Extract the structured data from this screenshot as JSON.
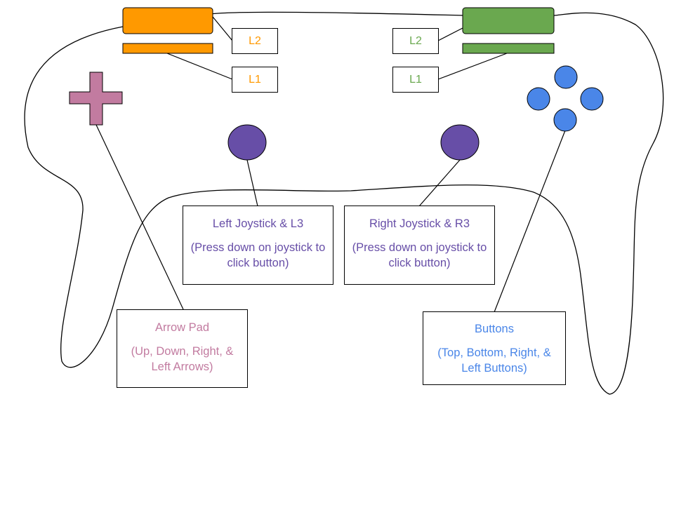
{
  "colors": {
    "left_shoulder": "#ff9900",
    "right_shoulder": "#6aa84f",
    "dpad": "#c27ba0",
    "joystick": "#674ea7",
    "face_buttons": "#4a86e8",
    "outline": "#000000"
  },
  "shoulders": {
    "left_l2": "L2",
    "left_l1": "L1",
    "right_l2": "L2",
    "right_l1": "L1"
  },
  "callouts": {
    "left_joystick": {
      "title": "Left Joystick & L3",
      "desc": "(Press down on joystick to click button)"
    },
    "right_joystick": {
      "title": "Right Joystick & R3",
      "desc": "(Press down on joystick to click button)"
    },
    "arrow_pad": {
      "title": "Arrow Pad",
      "desc": "(Up, Down, Right, & Left Arrows)"
    },
    "buttons": {
      "title": "Buttons",
      "desc": "(Top, Bottom, Right, & Left Buttons)"
    }
  },
  "icons": [
    "dpad-icon",
    "joystick-icon",
    "face-button-icon",
    "shoulder-button-icon"
  ]
}
